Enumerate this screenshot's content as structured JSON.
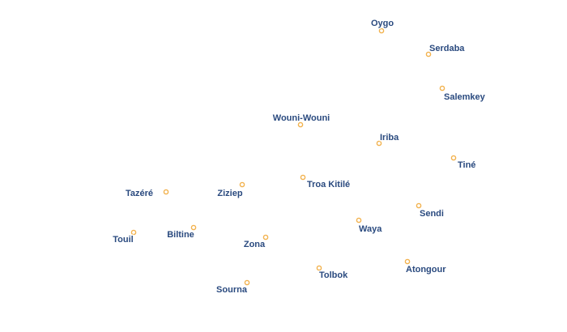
{
  "map": {
    "places": [
      {
        "id": "oygo",
        "name": "Oygo"
      },
      {
        "id": "serdaba",
        "name": "Serdaba"
      },
      {
        "id": "salemkey",
        "name": "Salemkey"
      },
      {
        "id": "wouni-wouni",
        "name": "Wouni-Wouni"
      },
      {
        "id": "iriba",
        "name": "Iriba"
      },
      {
        "id": "tine",
        "name": "Tiné"
      },
      {
        "id": "troa-kitile",
        "name": "Troa Kitilé"
      },
      {
        "id": "tazere",
        "name": "Tazéré"
      },
      {
        "id": "ziziep",
        "name": "Ziziep"
      },
      {
        "id": "sendi",
        "name": "Sendi"
      },
      {
        "id": "waya",
        "name": "Waya"
      },
      {
        "id": "touil",
        "name": "Touil"
      },
      {
        "id": "biltine",
        "name": "Biltine"
      },
      {
        "id": "zona",
        "name": "Zona"
      },
      {
        "id": "atongour",
        "name": "Atongour"
      },
      {
        "id": "tolbok",
        "name": "Tolbok"
      },
      {
        "id": "sourna",
        "name": "Sourna"
      }
    ],
    "colors": {
      "marker_stroke": "#f2b24e",
      "marker_fill": "#ffffff",
      "label_text": "#2a4a7f",
      "label_halo": "#ffffff",
      "background": "#ffffff"
    }
  }
}
